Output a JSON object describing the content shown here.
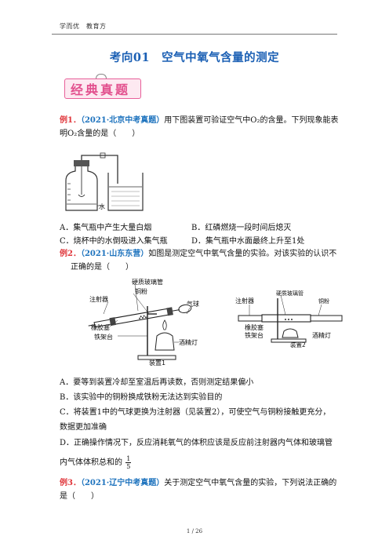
{
  "header": {
    "text": "学而优　教育方"
  },
  "title": "考向01　空气中氧气含量的测定",
  "banner": {
    "text": "经典真题"
  },
  "ex1": {
    "label": "例1．",
    "source": "（2021·北京中考真题）",
    "stem1": "用下图装置可验证空气中O₂的含量。下列现象能表",
    "stem2": "明O₂含量的是（　　）",
    "fig_water": "水",
    "options": [
      "A．集气瓶中产生大量白烟",
      "B．红磷燃烧一段时间后熄灭",
      "C．烧杯中的水倒吸进入集气瓶",
      "D．集气瓶中水面最终上升至1处"
    ]
  },
  "ex2": {
    "label": "例2．",
    "source": "（2021·山东东营）",
    "stem1": "如图是测定空气中氧气含量的实验。对该实验的认识不",
    "stem2": "正确的是（　　）",
    "fig1_labels": {
      "tube": "硬质玻璃管",
      "copper": "铜粉",
      "syringe": "注射器",
      "balloon": "气球",
      "stopper": "橡胶塞",
      "stand": "铁架台",
      "lamp": "酒精灯",
      "caption": "装置1"
    },
    "fig2_labels": {
      "tube": "硬质玻璃管",
      "copper": "铜粉",
      "syringe": "注射器",
      "stopper": "橡胶塞",
      "stand": "铁架台",
      "lamp": "酒精灯",
      "caption": "装置2"
    },
    "options": [
      "A．要等到装置冷却至室温后再读数，否则测定结果偏小",
      "B．该实验中的铜粉换成铁粉无法达到实验目的",
      "C．将装置1中的气球更换为注射器（见装置2），可使空气与铜粉接触更充分，",
      "数据更加准确",
      "D．正确操作情况下，反应消耗氧气的体积应该是反应前注射器内气体和玻璃管",
      "内气体体积总和的"
    ],
    "fraction_num": "1",
    "fraction_den": "5"
  },
  "ex3": {
    "label": "例3．",
    "source": "（2021·辽宁中考真题）",
    "stem1": "关于测定空气中氧气含量的实验，下列说法正确的",
    "stem2": "是（　　）"
  },
  "footer": {
    "page": "1 / 26"
  }
}
